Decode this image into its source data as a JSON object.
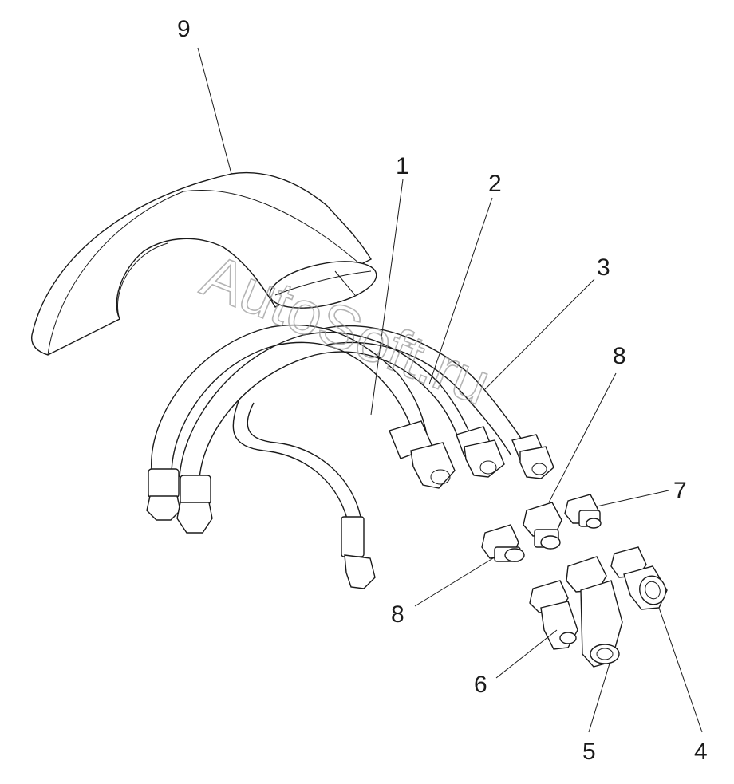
{
  "watermark": {
    "text": "AutoSoft.ru"
  },
  "callouts": [
    {
      "id": "9",
      "label": "9"
    },
    {
      "id": "1",
      "label": "1"
    },
    {
      "id": "2",
      "label": "2"
    },
    {
      "id": "3",
      "label": "3"
    },
    {
      "id": "8a",
      "label": "8"
    },
    {
      "id": "7",
      "label": "7"
    },
    {
      "id": "8b",
      "label": "8"
    },
    {
      "id": "6",
      "label": "6"
    },
    {
      "id": "5",
      "label": "5"
    },
    {
      "id": "4",
      "label": "4"
    }
  ],
  "colors": {
    "line": "#1a1a1a",
    "watermark": "#9a9a9a",
    "background": "#ffffff"
  }
}
